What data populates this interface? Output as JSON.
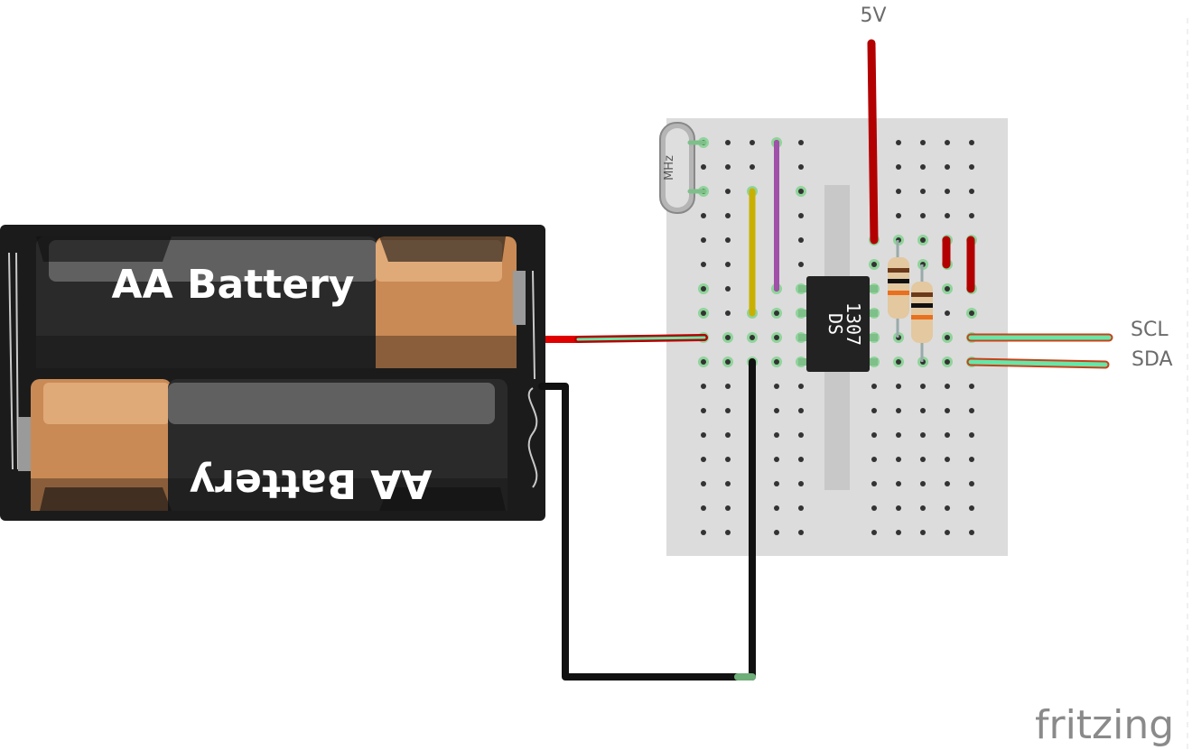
{
  "labels": {
    "vcc": "5V",
    "scl": "SCL",
    "sda": "SDA"
  },
  "battery": {
    "cell_top_label": "AA Battery",
    "cell_bottom_label": "AA Battery"
  },
  "chip": {
    "line1": "DS",
    "line2": "1307"
  },
  "crystal": {
    "label": "MHz"
  },
  "brand": {
    "logo": "fritzing"
  },
  "colors": {
    "wire_red": "#b30000",
    "wire_black": "#111111",
    "wire_yellow": "#c9b000",
    "wire_purple": "#a050a8",
    "wire_green_highlight": "#66e6a8",
    "breadboard": "#dcdcdc",
    "battery_case": "#1e1e1e",
    "battery_copper": "#c98a55"
  }
}
